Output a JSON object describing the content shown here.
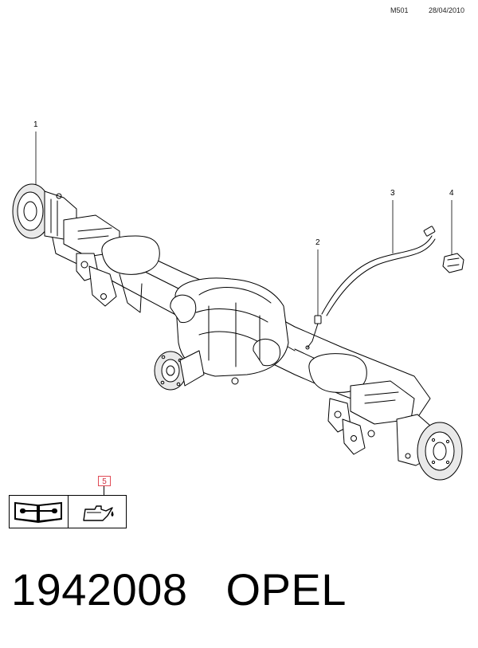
{
  "header": {
    "code": "M501",
    "date": "28/04/2010"
  },
  "callouts": [
    "1",
    "2",
    "3",
    "4"
  ],
  "legend": {
    "number": "5",
    "icons": [
      "repair-manual-icon",
      "oil-can-icon"
    ]
  },
  "footer": {
    "part_number": "1942008",
    "brand": "OPEL"
  }
}
